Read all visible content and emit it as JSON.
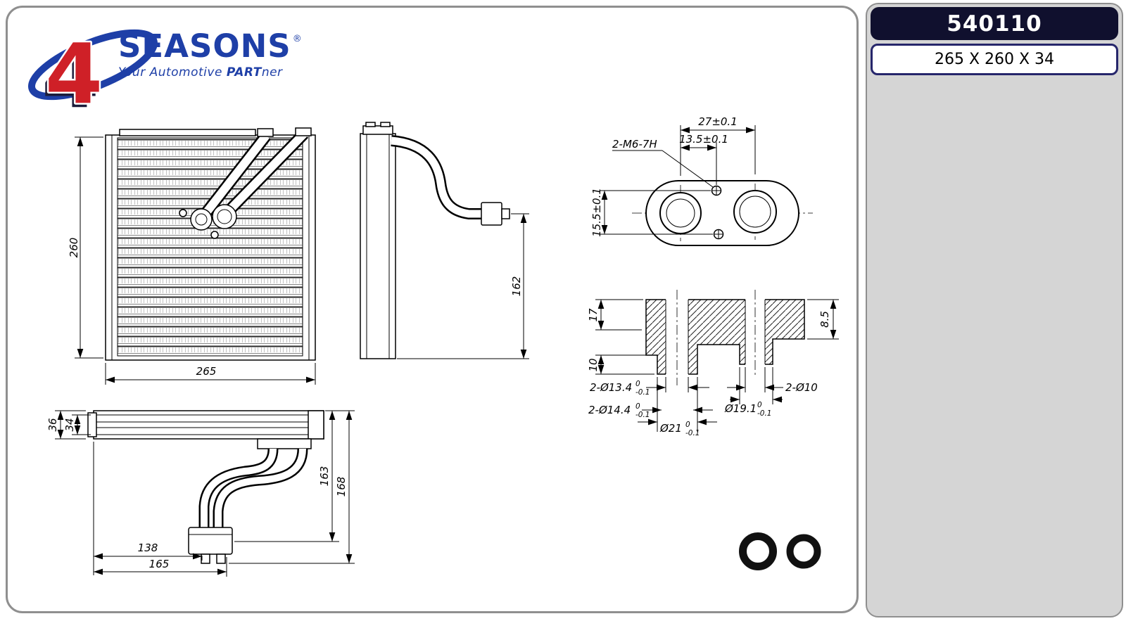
{
  "panel": {
    "part_number": "540110",
    "dimensions": "265 X 260 X 34"
  },
  "logo": {
    "numeral": "4",
    "brand": "SEASONS",
    "registered": "®",
    "tagline_prefix": "Your Automotive ",
    "tagline_bold": "PART",
    "tagline_suffix": "ner"
  },
  "views": {
    "front": {
      "height": "260",
      "width": "265"
    },
    "side": {
      "pipe_height": "162"
    },
    "fitting": {
      "port_spacing": "27±0.1",
      "bolt_offset": "13.5±0.1",
      "thread_callout": "2-M6-7H",
      "bolt_spacing": "15.5±0.1"
    },
    "section": {
      "depth_17": "17",
      "depth_10": "10",
      "step_85": "8.5",
      "bore_13_4": "2-Ø13.4",
      "bore_14_4": "2-Ø14.4",
      "bore_10": "2-Ø10",
      "bore_19_1": "Ø19.1",
      "bore_21": "Ø21",
      "tol_top": "0",
      "tol_bottom": "-0.1"
    },
    "bottom": {
      "depth_36": "36",
      "depth_34": "34",
      "length_138": "138",
      "length_165": "165",
      "height_163": "163",
      "height_168": "168"
    }
  }
}
